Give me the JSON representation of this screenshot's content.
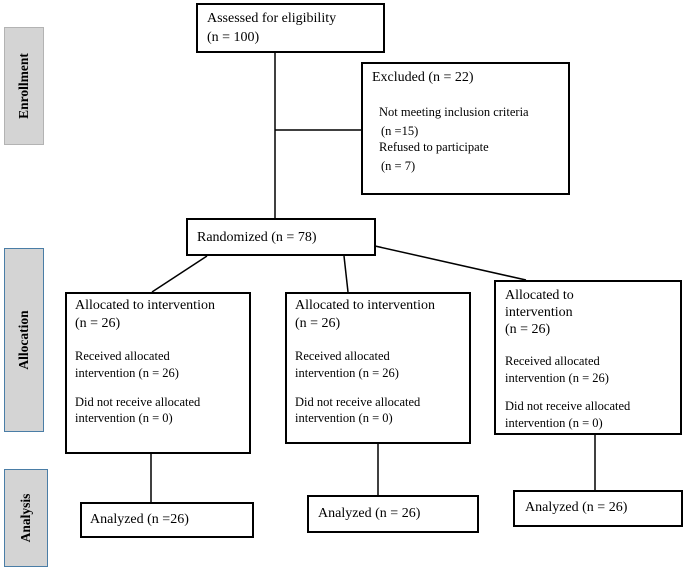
{
  "stages": {
    "enrollment": "Enrollment",
    "allocation": "Allocation",
    "analysis": "Analysis"
  },
  "assessed": {
    "title": "Assessed for eligibility",
    "n": "(n = 100)"
  },
  "excluded": {
    "title": "Excluded (n = 22)",
    "reason1": "Not meeting inclusion criteria",
    "reason1_n": "(n =15)",
    "reason2": "Refused to participate",
    "reason2_n": "(n = 7)"
  },
  "randomized": {
    "title": "Randomized (n = 78)"
  },
  "groups": [
    {
      "alloc_line1": "Allocated to intervention",
      "alloc_line2": "(n = 26)",
      "recv_line1": "Received allocated",
      "recv_line2": "intervention (n = 26)",
      "notrecv_line1": "Did not receive allocated",
      "notrecv_line2": "intervention (n = 0)",
      "analyzed": "Analyzed (n =26)"
    },
    {
      "alloc_line1": "Allocated to intervention",
      "alloc_line2": "(n = 26)",
      "recv_line1": "Received allocated",
      "recv_line2": "intervention (n = 26)",
      "notrecv_line1": "Did not receive allocated",
      "notrecv_line2": "intervention (n = 0)",
      "analyzed": "Analyzed (n = 26)"
    },
    {
      "alloc_line1": "Allocated to",
      "alloc_line1b": "intervention",
      "alloc_line2": "(n = 26)",
      "recv_line1": "Received allocated",
      "recv_line2": "intervention (n = 26)",
      "notrecv_line1": "Did not receive allocated",
      "notrecv_line2": "intervention (n = 0)",
      "analyzed": "Analyzed (n = 26)"
    }
  ]
}
